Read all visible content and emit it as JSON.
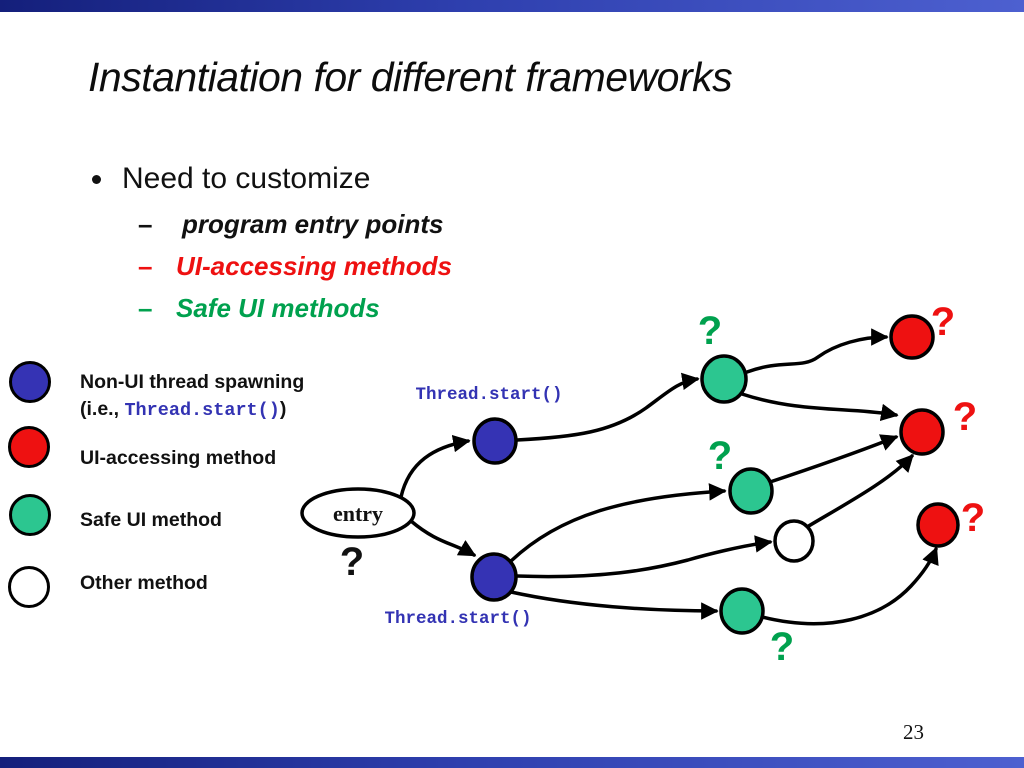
{
  "slide": {
    "title": "Instantiation for different frameworks",
    "page_number": "23"
  },
  "bullets": {
    "dash": "–",
    "main": "Need to customize",
    "sub": [
      {
        "label": "program entry points",
        "color_key": "black"
      },
      {
        "label": "UI-accessing methods",
        "color_key": "text_red"
      },
      {
        "label": "Safe UI methods",
        "color_key": "text_green"
      }
    ]
  },
  "legend": {
    "items": [
      {
        "name": "non-ui-thread-spawning",
        "line1": "Non-UI thread spawning",
        "line2_prefix": "(i.e., ",
        "line2_code": "Thread.start()",
        "line2_suffix": ")",
        "swatch_color_key": "node_blue"
      },
      {
        "name": "ui-accessing-method",
        "label": "UI-accessing method",
        "swatch_color_key": "node_red"
      },
      {
        "name": "safe-ui-method",
        "label": "Safe UI method",
        "swatch_color_key": "node_green"
      },
      {
        "name": "other-method",
        "label": "Other method",
        "swatch_color_key": "white"
      }
    ]
  },
  "diagram": {
    "entry_label": "entry",
    "thread_start_label": "Thread.start()",
    "question_mark": "?",
    "nodes": [
      {
        "id": "entry",
        "type": "entry",
        "label": "entry",
        "annotation": "?",
        "annotation_color_key": "black"
      },
      {
        "id": "blue-top",
        "type": "non-ui-thread-spawning",
        "label": "Thread.start()"
      },
      {
        "id": "blue-bottom",
        "type": "non-ui-thread-spawning",
        "label": "Thread.start()"
      },
      {
        "id": "green-top",
        "type": "safe-ui-method",
        "annotation": "?",
        "annotation_color_key": "text_green"
      },
      {
        "id": "green-middle",
        "type": "safe-ui-method",
        "annotation": "?",
        "annotation_color_key": "text_green"
      },
      {
        "id": "green-bottom",
        "type": "safe-ui-method",
        "annotation": "?",
        "annotation_color_key": "text_green"
      },
      {
        "id": "white",
        "type": "other-method"
      },
      {
        "id": "red-top",
        "type": "ui-accessing-method",
        "annotation": "?",
        "annotation_color_key": "text_red"
      },
      {
        "id": "red-middle",
        "type": "ui-accessing-method",
        "annotation": "?",
        "annotation_color_key": "text_red"
      },
      {
        "id": "red-bottom",
        "type": "ui-accessing-method",
        "annotation": "?",
        "annotation_color_key": "text_red"
      }
    ],
    "edges": [
      {
        "from": "entry",
        "to": "blue-top"
      },
      {
        "from": "entry",
        "to": "blue-bottom"
      },
      {
        "from": "blue-top",
        "to": "green-top"
      },
      {
        "from": "green-top",
        "to": "red-top"
      },
      {
        "from": "green-top",
        "to": "red-middle"
      },
      {
        "from": "blue-bottom",
        "to": "green-middle"
      },
      {
        "from": "green-middle",
        "to": "red-middle"
      },
      {
        "from": "blue-bottom",
        "to": "white"
      },
      {
        "from": "white",
        "to": "red-middle"
      },
      {
        "from": "blue-bottom",
        "to": "green-bottom"
      },
      {
        "from": "green-bottom",
        "to": "red-bottom"
      }
    ]
  },
  "colors": {
    "node_blue": "#3533b4",
    "node_green": "#2cc690",
    "node_red": "#ee1111",
    "text_blue": "#3333b3",
    "text_red": "#ee1111",
    "text_green": "#00a14e",
    "bar_dark": "#141f7b",
    "bar_mid": "#2e3fae",
    "bar_light": "#4d60d0"
  }
}
